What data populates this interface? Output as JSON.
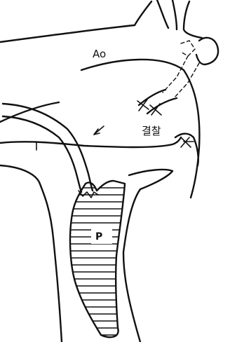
{
  "labels": {
    "aorta": "Ao",
    "ligation": "결찰",
    "pulmonary": "P"
  },
  "colors": {
    "ink": "#111111",
    "background": "#ffffff"
  }
}
